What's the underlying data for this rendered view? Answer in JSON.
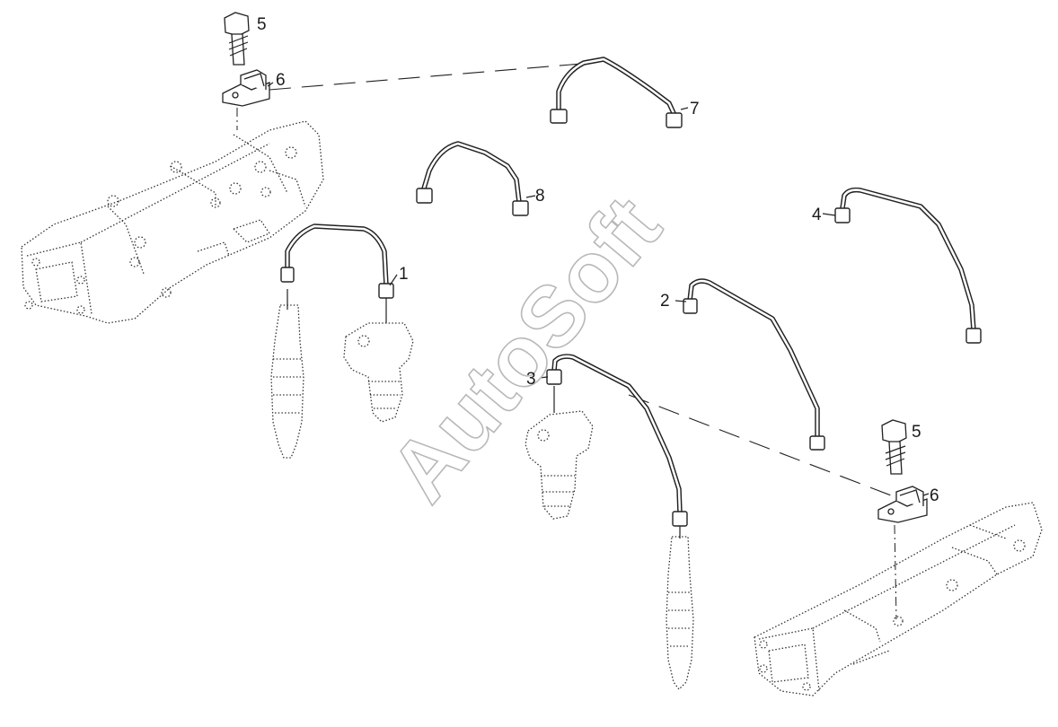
{
  "watermark": "AutoSoft",
  "labels": {
    "p1": "1",
    "p2": "2",
    "p3": "3",
    "p4": "4",
    "p5_top": "5",
    "p6_top": "6",
    "p7": "7",
    "p8": "8",
    "p5_bottom": "5",
    "p6_bottom": "6"
  }
}
